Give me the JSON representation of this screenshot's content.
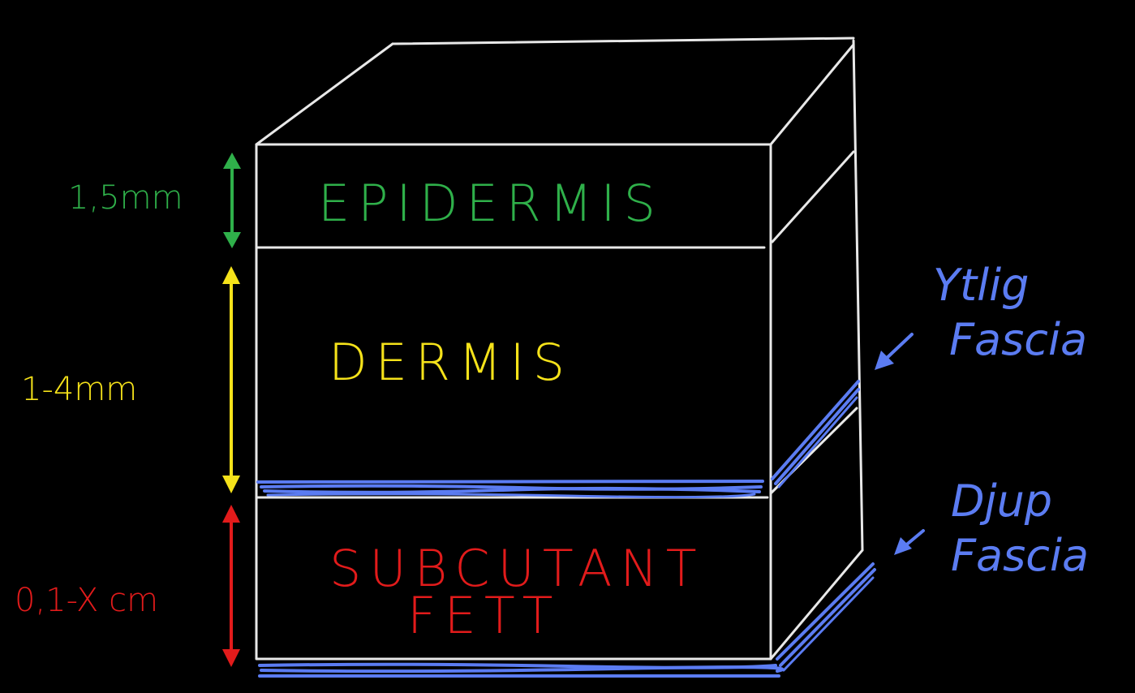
{
  "layers": [
    {
      "key": "epidermis",
      "label": "EPIDERMIS",
      "color": "#2fb04a"
    },
    {
      "key": "dermis",
      "label": "DERMIS",
      "color": "#f5e21a"
    },
    {
      "key": "subcutant",
      "label_line1": "SUBCUTANT",
      "label_line2": "FETT",
      "color": "#e21b1b"
    }
  ],
  "dimensions": [
    {
      "key": "epidermis",
      "text": "1,5mm",
      "color": "#2fb04a"
    },
    {
      "key": "dermis",
      "text": "1-4mm",
      "color": "#f5e21a"
    },
    {
      "key": "subcutant",
      "text": "0,1-X cm",
      "color": "#e21b1b"
    }
  ],
  "fascia": {
    "color": "#5b7cf2",
    "superficial": {
      "line1": "Ytlig",
      "line2": "Fascia"
    },
    "deep": {
      "line1": "Djup",
      "line2": "Fascia"
    }
  },
  "outline_color": "#e8e8e8"
}
